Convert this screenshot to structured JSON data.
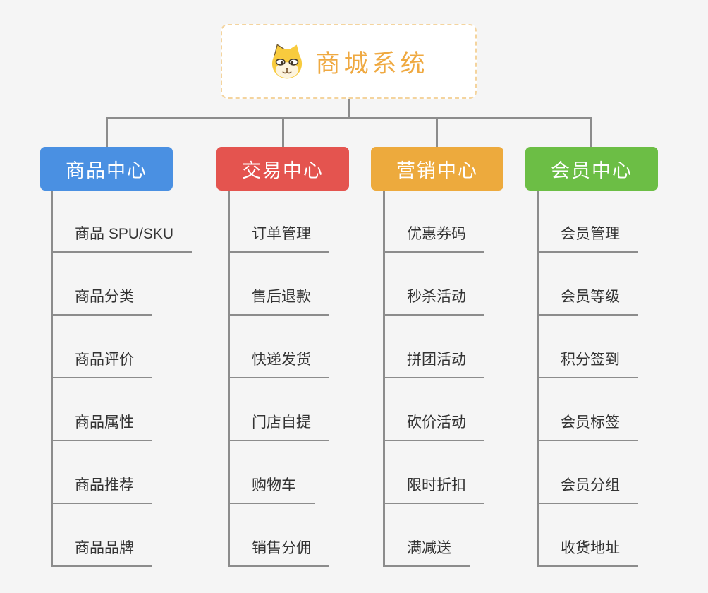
{
  "canvas": {
    "background": "#f5f5f5",
    "connector_color": "#8c8c8c"
  },
  "root": {
    "title": "商城系统",
    "icon": "shiba-dog-icon",
    "text_color": "#efa941",
    "border_color": "#f4d49e"
  },
  "branches": [
    {
      "label": "商品中心",
      "color": "#4a90e2",
      "children": [
        "商品 SPU/SKU",
        "商品分类",
        "商品评价",
        "商品属性",
        "商品推荐",
        "商品品牌"
      ]
    },
    {
      "label": "交易中心",
      "color": "#e4544f",
      "children": [
        "订单管理",
        "售后退款",
        "快递发货",
        "门店自提",
        "购物车",
        "销售分佣"
      ]
    },
    {
      "label": "营销中心",
      "color": "#edaa3d",
      "children": [
        "优惠券码",
        "秒杀活动",
        "拼团活动",
        "砍价活动",
        "限时折扣",
        "满减送"
      ]
    },
    {
      "label": "会员中心",
      "color": "#6cbe45",
      "children": [
        "会员管理",
        "会员等级",
        "积分签到",
        "会员标签",
        "会员分组",
        "收货地址"
      ]
    }
  ]
}
